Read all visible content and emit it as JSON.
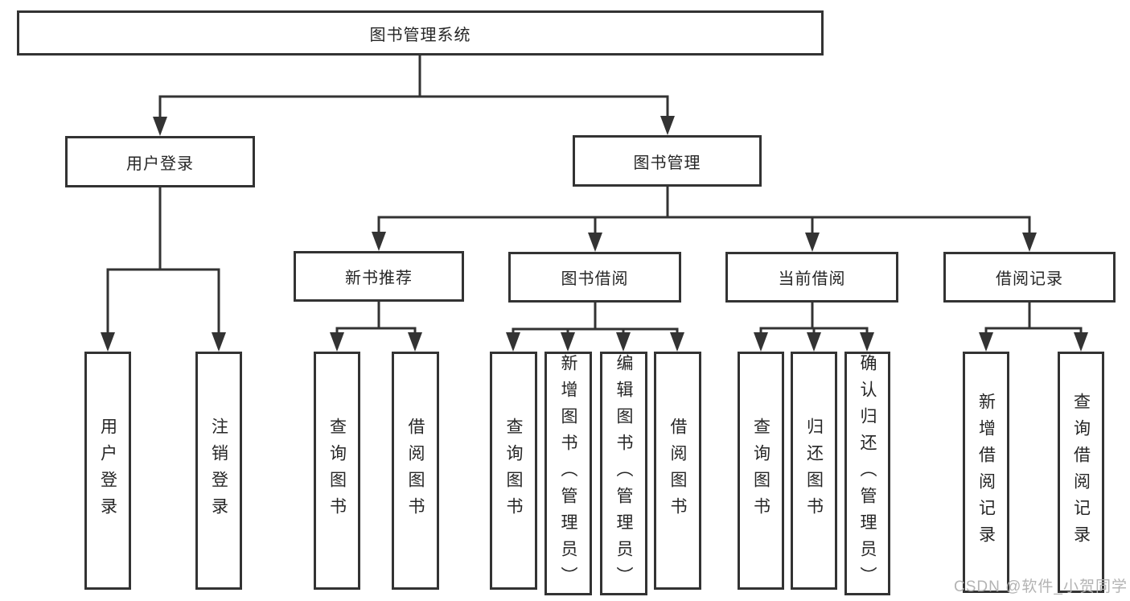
{
  "tree": {
    "root": {
      "label": "图书管理系统"
    },
    "level2": [
      {
        "label": "用户登录"
      },
      {
        "label": "图书管理"
      }
    ],
    "level3": [
      {
        "label": "新书推荐"
      },
      {
        "label": "图书借阅"
      },
      {
        "label": "当前借阅"
      },
      {
        "label": "借阅记录"
      }
    ],
    "leaves": {
      "user_login": [
        {
          "label": "用户登录"
        },
        {
          "label": "注销登录"
        }
      ],
      "new_book": [
        {
          "label": "查询图书"
        },
        {
          "label": "借阅图书"
        }
      ],
      "book_borrow": [
        {
          "label": "查询图书"
        },
        {
          "label": "新增图书（管理员）"
        },
        {
          "label": "编辑图书（管理员）"
        },
        {
          "label": "借阅图书"
        }
      ],
      "current_borrow": [
        {
          "label": "查询图书"
        },
        {
          "label": "归还图书"
        },
        {
          "label": "确认归还（管理员）"
        }
      ],
      "borrow_record": [
        {
          "label": "新增借阅记录"
        },
        {
          "label": "查询借阅记录"
        }
      ]
    }
  },
  "watermark": {
    "text": "CSDN @软件_小贺同学"
  },
  "colors": {
    "line": "#333333",
    "box_border": "#333333",
    "box_fill": "#ffffff",
    "text": "#262626",
    "watermark": "#b3b3b3"
  }
}
